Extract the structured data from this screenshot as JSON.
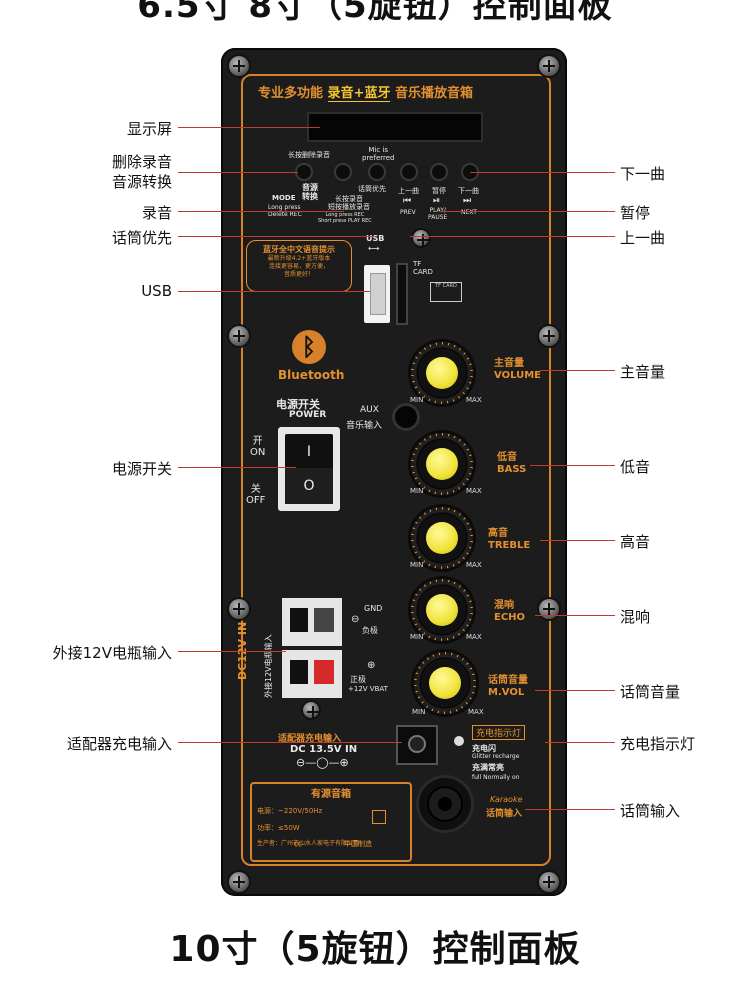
{
  "titles": {
    "top": "6.5寸 8寸（5旋钮）控制面板",
    "bottom": "10寸（5旋钮）控制面板"
  },
  "panel": {
    "header": {
      "part1": "专业多功能",
      "part2": "录音+蓝牙",
      "part3": "音乐播放音箱"
    },
    "button_labels": {
      "delete_rec": "长按删除录音",
      "mic_preferred_cn": "Mic is",
      "mic_preferred_en": "preferred",
      "source_switch": "音源\n转换",
      "mode": "MODE",
      "mode_sub": "Long press\nDelete REC",
      "rec_cn": "长按录音\n短按播放录音",
      "rec_en": "Long press REC\nShort press PLAY REC",
      "mic_priority": "话筒优先",
      "prev_cn": "上一曲",
      "play_cn": "暂停",
      "next_cn": "下一曲",
      "prev_en": "PREV",
      "play_en": "PLAY/\nPAUSE",
      "next_en": "NEXT"
    },
    "bt_notice": {
      "title": "蓝牙全中文语音提示",
      "body": "最新升级4.2+蓝牙版本\n连接更容易，更方便，\n音质更好！"
    },
    "usb_label": "USB",
    "tf_label": "TF\nCARD",
    "bluetooth_label": "Bluetooth",
    "power": {
      "cn": "电源开关",
      "en": "POWER",
      "on_cn": "开",
      "on_en": "ON",
      "off_cn": "关",
      "off_en": "OFF",
      "on_sym": "I",
      "off_sym": "O"
    },
    "aux": {
      "en": "AUX",
      "cn": "音乐输入"
    },
    "knobs": [
      {
        "cn": "主音量",
        "en": "VOLUME"
      },
      {
        "cn": "低音",
        "en": "BASS"
      },
      {
        "cn": "高音",
        "en": "TREBLE"
      },
      {
        "cn": "混响",
        "en": "ECHO"
      },
      {
        "cn": "话筒音量",
        "en": "M.VOL"
      }
    ],
    "minmax": {
      "min": "MIN",
      "max": "MAX"
    },
    "dc12": {
      "vertical_en": "DC12V IN",
      "vertical_cn": "外接12V电瓶输入",
      "gnd": "GND",
      "neg": "负极",
      "pos": "正极",
      "vbat": "+12V VBAT",
      "minus": "⊖",
      "plus": "⊕"
    },
    "adapter": {
      "cn": "适配器充电输入",
      "en": "DC 13.5V IN"
    },
    "charge": {
      "title": "充电指示灯",
      "flash_cn": "充电闪",
      "flash_en": "Glitter recharge",
      "full_cn": "充满常亮",
      "full_en": "full Normally on"
    },
    "karaoke": {
      "en": "Karaoke",
      "cn": "话筒输入"
    },
    "spec_box": {
      "title": "有源音箱",
      "power_supply": "电源：~220V/50Hz",
      "power": "功率：≤50W",
      "maker": "生产者：广州市山水人家电子有限公司",
      "made_in": "中国制造"
    }
  },
  "callouts": {
    "display": "显示屏",
    "delete_rec": "删除录音",
    "source_switch": "音源转换",
    "record": "录音",
    "mic_priority": "话筒优先",
    "usb": "USB",
    "power_switch": "电源开关",
    "battery_in": "外接12V电瓶输入",
    "adapter_in": "适配器充电输入",
    "next": "下一曲",
    "pause": "暂停",
    "prev": "上一曲",
    "main_volume": "主音量",
    "bass": "低音",
    "treble": "高音",
    "echo": "混响",
    "mic_volume": "话筒音量",
    "charge_led": "充电指示灯",
    "mic_input": "话筒输入"
  },
  "colors": {
    "accent": "#e3902e",
    "knob": "#f1e23a",
    "line": "#c43a2a",
    "panel": "#1c1c1c"
  }
}
